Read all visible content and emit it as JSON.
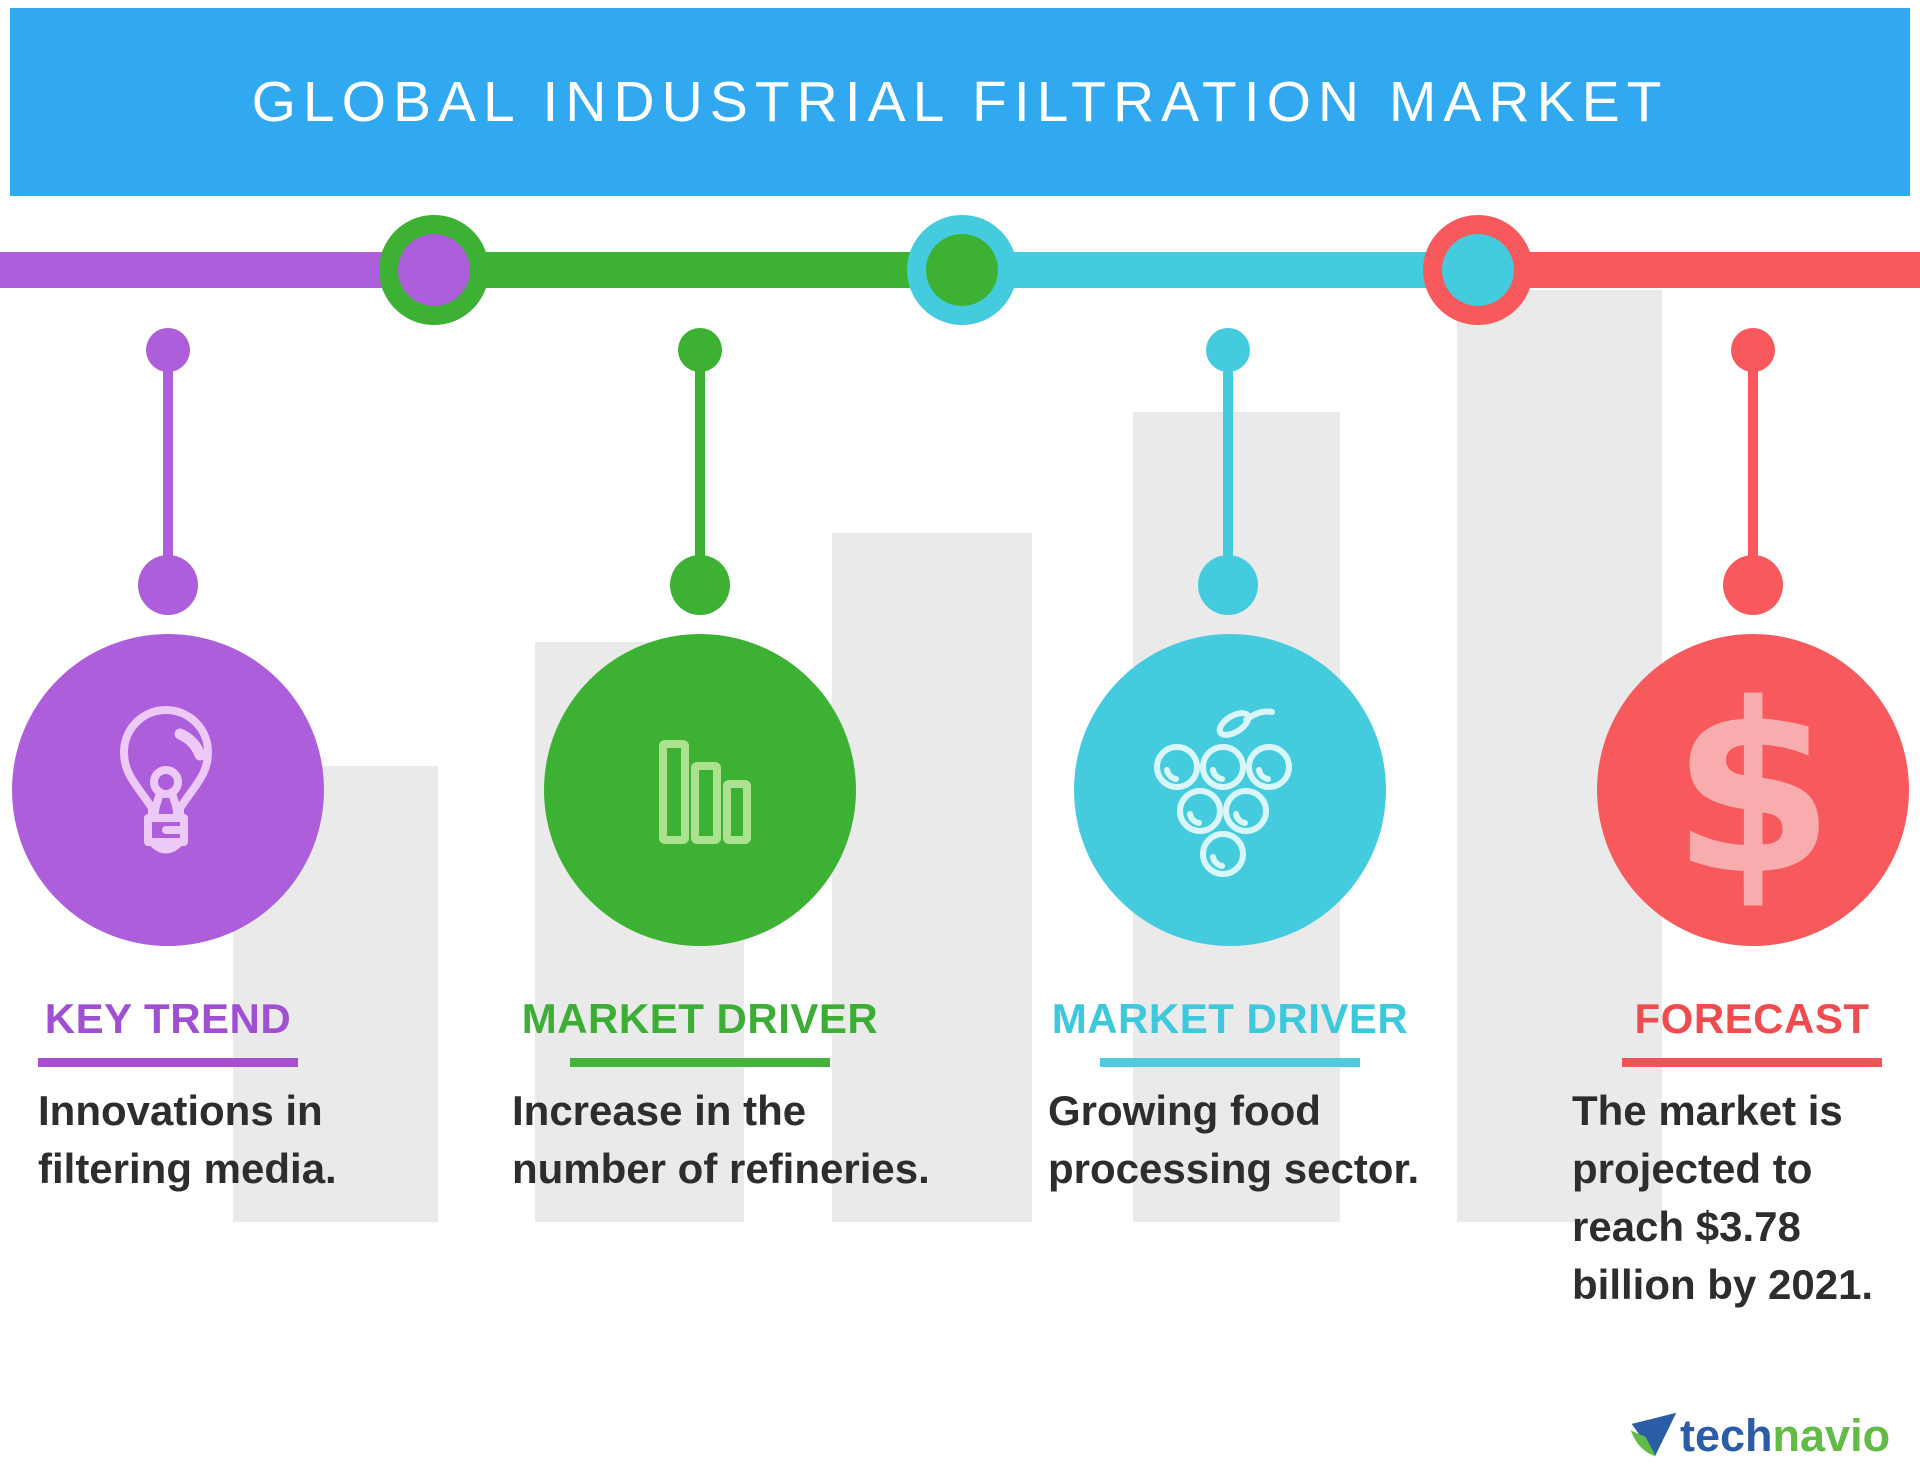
{
  "banner": {
    "title": "GLOBAL INDUSTRIAL FILTRATION MARKET",
    "background_color": "#30A9F0",
    "title_color": "#FFFFFF"
  },
  "timeline": {
    "segments": [
      {
        "name": "purple-segment",
        "color": "#AC5EDB"
      },
      {
        "name": "green-segment",
        "color": "#3DB134"
      },
      {
        "name": "cyan-segment",
        "color": "#45CBDE"
      },
      {
        "name": "red-segment",
        "color": "#F7595C"
      }
    ],
    "junctions": [
      {
        "ring_color": "#3DB134",
        "dot_color": "#AC5EDB"
      },
      {
        "ring_color": "#45CBDE",
        "dot_color": "#3DB134"
      },
      {
        "ring_color": "#F7595C",
        "dot_color": "#45CBDE"
      }
    ]
  },
  "columns": [
    {
      "id": "key-trend",
      "accent_color": "#AC5EDB",
      "icon": "lightbulb-icon",
      "heading": "KEY TREND",
      "body_lines": [
        "Innovations in",
        "filtering media."
      ]
    },
    {
      "id": "market-driver-1",
      "accent_color": "#3DB134",
      "icon": "bar-chart-icon",
      "heading": "MARKET DRIVER",
      "body_lines": [
        "Increase in the",
        "number of refineries."
      ]
    },
    {
      "id": "market-driver-2",
      "accent_color": "#45CBDE",
      "icon": "grapes-icon",
      "heading": "MARKET DRIVER",
      "body_lines": [
        "Growing food",
        "processing sector."
      ]
    },
    {
      "id": "forecast",
      "accent_color": "#F7595C",
      "icon": "dollar-icon",
      "glyph": "$",
      "heading": "FORECAST",
      "body_lines": [
        "The market is",
        "projected to",
        "reach $3.78",
        "billion by 2021."
      ]
    }
  ],
  "background": {
    "bar_color": "#EAEAEA",
    "canvas_color": "#FFFFFF"
  },
  "brand": {
    "name_part1": "tech",
    "name_part2": "navio",
    "part1_color": "#2B5DA7",
    "part2_color": "#62BB46"
  }
}
